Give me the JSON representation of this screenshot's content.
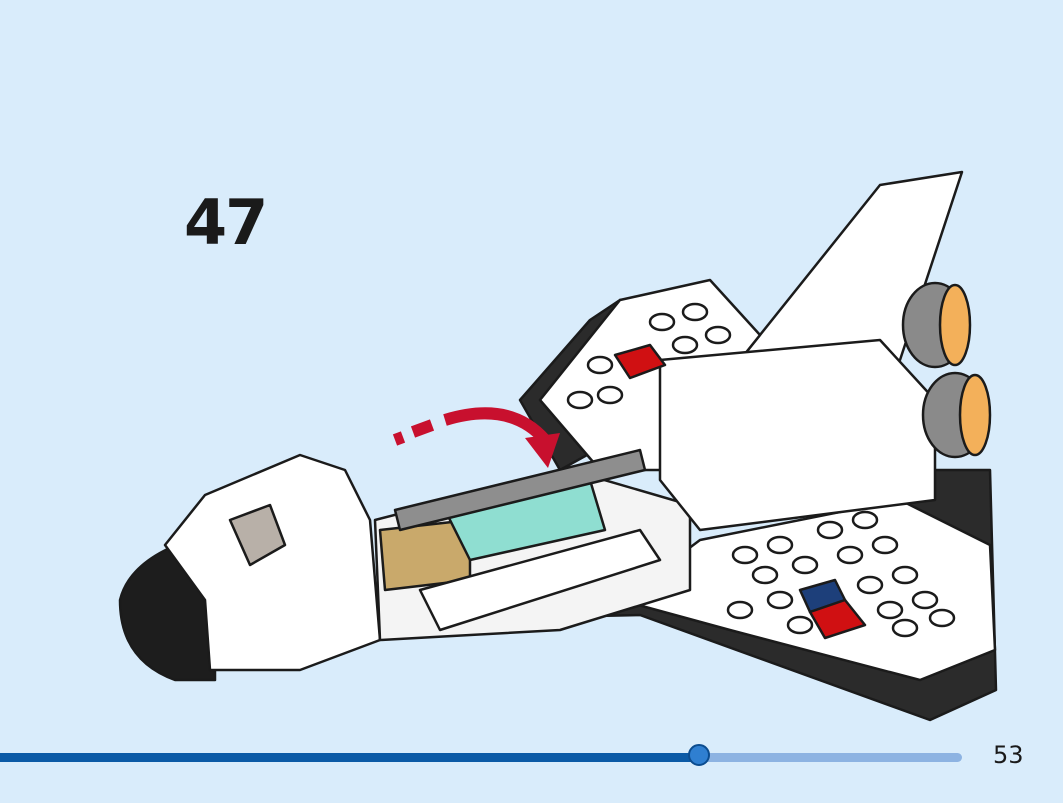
{
  "step": {
    "number": "47"
  },
  "page": {
    "number": "53"
  },
  "progress": {
    "fraction": 0.727
  },
  "illustration": {
    "subject": "space-shuttle-build",
    "action": "rotate-arrow",
    "colors": {
      "background": "#d9ecfb",
      "arrow": "#c8102e",
      "shuttle_white": "#ffffff",
      "shuttle_black": "#2b2b2b",
      "canopy": "#8fded1",
      "tan": "#c9a96b",
      "engine": "#8a8a8a",
      "engine_glow": "#f3b05a",
      "flag_red": "#d01012",
      "flag_blue": "#1d3f7a",
      "progress_fill": "#0b5aa6",
      "progress_track": "#8db3e2"
    }
  }
}
